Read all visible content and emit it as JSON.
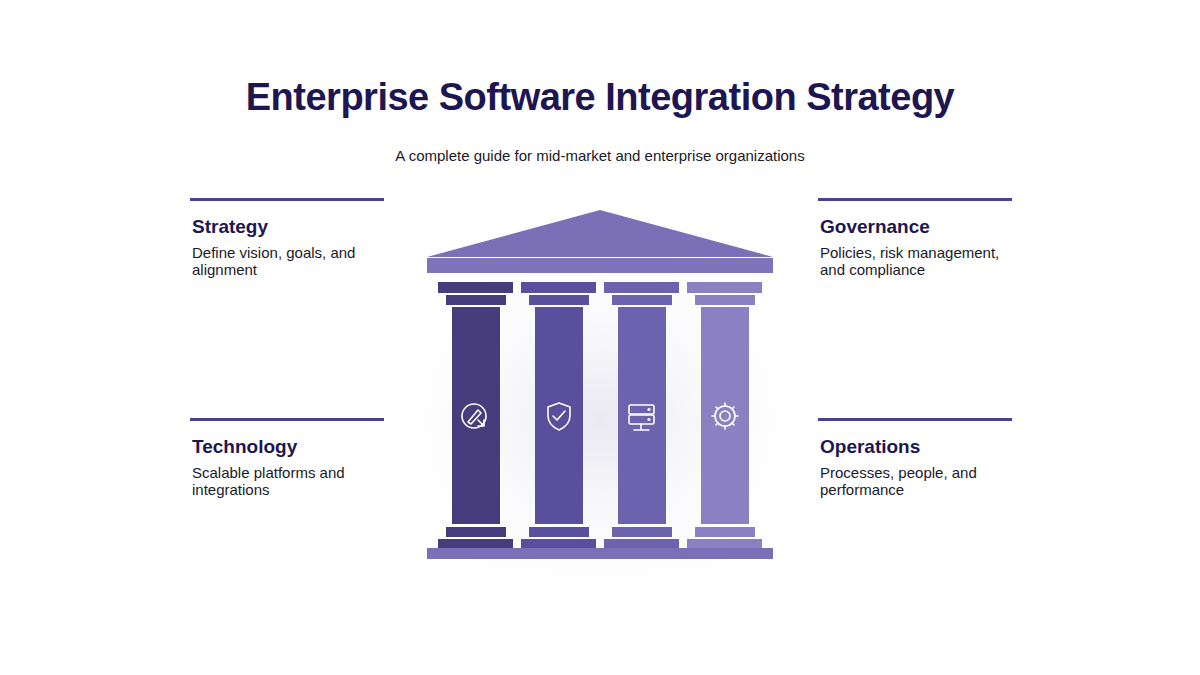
{
  "diagram": {
    "title": "Enterprise Software Integration Strategy",
    "nodes": [
      {
        "text": [
          "Strategy",
          "Define vision, goals, and alignment"
        ]
      },
      {
        "text": [
          "Governance",
          "Policies, risk management, and compliance"
        ]
      },
      {
        "text": [
          "Technology",
          "Scalable platforms and integrations"
        ]
      },
      {
        "text": [
          "Operations",
          "Processes, people, and performance"
        ]
      }
    ],
    "edges": [],
    "labels": [
      "A complete guide for mid-market and enterprise organizations"
    ]
  }
}
